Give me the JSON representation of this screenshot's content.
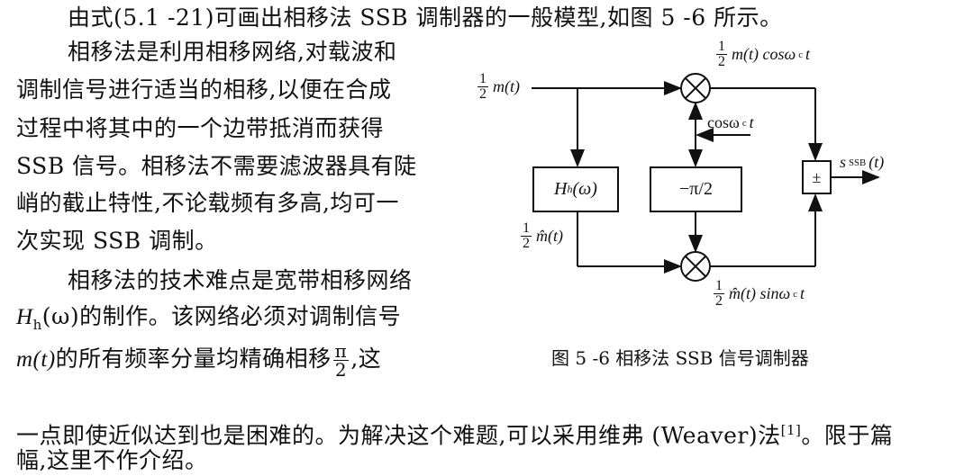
{
  "intro_line": "由式(5.1 -21)可画出相移法 SSB 调制器的一般模型,如图 5 -6 所示。",
  "paragraph1": [
    "相移法是利用相移网络,对载波和",
    "调制信号进行适当的相移,以便在合成",
    "过程中将其中的一个边带抵消而获得",
    "SSB 信号。相移法不需要滤波器具有陡",
    "峭的截止特性,不论载频有多高,均可一",
    "次实现 SSB 调制。"
  ],
  "paragraph2": {
    "line1": "相移法的技术难点是宽带相移网络",
    "line2_H": "H",
    "line2_sub": "h",
    "line2_arg": "(ω)",
    "line2_rest": "的制作。该网络必须对调制信号",
    "line3_m": "m(t)",
    "line3_rest": "的所有频率分量均精确相移",
    "line3_frac_num": "π",
    "line3_frac_den": "2",
    "line3_end": ",这",
    "line4_a": "一点即使近似达到也是困难的。为解决这个难题,可以采用维弗 (Weaver)法",
    "line4_ref": "[1]",
    "line4_b": "。限于篇",
    "line5": "幅,这里不作介绍。"
  },
  "diagram": {
    "input": {
      "num": "1",
      "den": "2",
      "expr": "m(t)"
    },
    "top_product": {
      "num": "1",
      "den": "2",
      "expr": "m(t) cosω",
      "sub": "c",
      "tail": "t"
    },
    "carrier": {
      "expr": "cosω",
      "sub": "c",
      "tail": "t"
    },
    "hilbert_box": {
      "H": "H",
      "sub": "h",
      "arg": "(ω)"
    },
    "phase_box": "−π/2",
    "hilbert_out": {
      "num": "1",
      "den": "2",
      "expr": "m̂(t)"
    },
    "bottom_product": {
      "num": "1",
      "den": "2",
      "expr": "m̂(t) sinω",
      "sub": "c",
      "tail": "t"
    },
    "sum_box": "±",
    "output": {
      "s": "s",
      "sub": "SSB",
      "tail": "(t)"
    }
  },
  "caption": "图 5 -6   相移法 SSB 信号调制器"
}
